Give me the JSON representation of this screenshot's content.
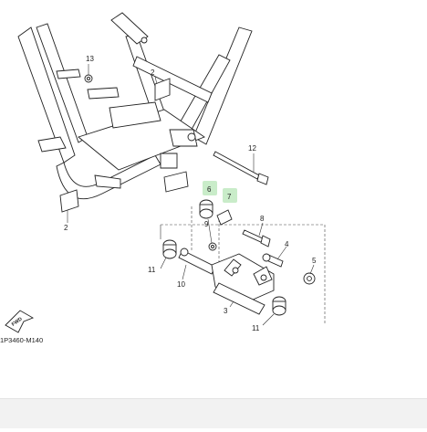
{
  "diagram": {
    "callouts": {
      "c2a": "2",
      "c2b": "2",
      "c3": "3",
      "c4": "4",
      "c5": "5",
      "c6": "6",
      "c7": "7",
      "c8": "8",
      "c9": "9",
      "c10": "10",
      "c11a": "11",
      "c11b": "11",
      "c12": "12",
      "c13": "13"
    },
    "fwd_label": "FWD",
    "diagram_code": "1P3460-M140",
    "highlight_color": "#c9ecc9"
  }
}
